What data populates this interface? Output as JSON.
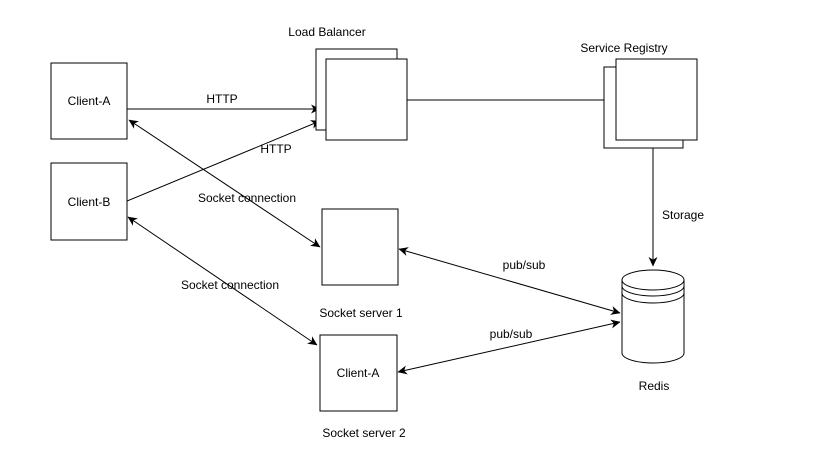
{
  "diagram": {
    "background": "#ffffff",
    "colors": {
      "stroke": "#000000",
      "shape_fill": "#ffffff",
      "text": "#000000"
    },
    "nodes": {
      "client_a": {
        "type": "rectangle",
        "label": "Client-A"
      },
      "client_b": {
        "type": "rectangle",
        "label": "Client-B"
      },
      "load_balancer": {
        "type": "stacked-rectangle",
        "title": "Load Balancer"
      },
      "service_registry": {
        "type": "stacked-rectangle",
        "title": "Service Registry"
      },
      "socket_server_1": {
        "type": "rectangle",
        "caption": "Socket server 1"
      },
      "socket_server_2": {
        "type": "rectangle",
        "label": "Client-A",
        "caption": "Socket server 2"
      },
      "redis": {
        "type": "cylinder",
        "caption": "Redis"
      }
    },
    "edges": {
      "http_a": {
        "label": "HTTP",
        "from": "Client-A",
        "to": "Load Balancer",
        "bidirectional": false
      },
      "http_b": {
        "label": "HTTP",
        "from": "Client-B",
        "to": "Load Balancer",
        "bidirectional": false
      },
      "lb_to_registry": {
        "label": "",
        "from": "Load Balancer",
        "to": "Service Registry",
        "bidirectional": false
      },
      "socket_a": {
        "label": "Socket connection",
        "from": "Client-A",
        "to": "Socket server 1",
        "bidirectional": true
      },
      "socket_b": {
        "label": "Socket connection",
        "from": "Client-B",
        "to": "Socket server 2",
        "bidirectional": true
      },
      "pubsub_1": {
        "label": "pub/sub",
        "from": "Socket server 1",
        "to": "Redis",
        "bidirectional": true
      },
      "pubsub_2": {
        "label": "pub/sub",
        "from": "Socket server 2",
        "to": "Redis",
        "bidirectional": true
      },
      "storage": {
        "label": "Storage",
        "from": "Service Registry",
        "to": "Redis",
        "bidirectional": false
      }
    }
  }
}
